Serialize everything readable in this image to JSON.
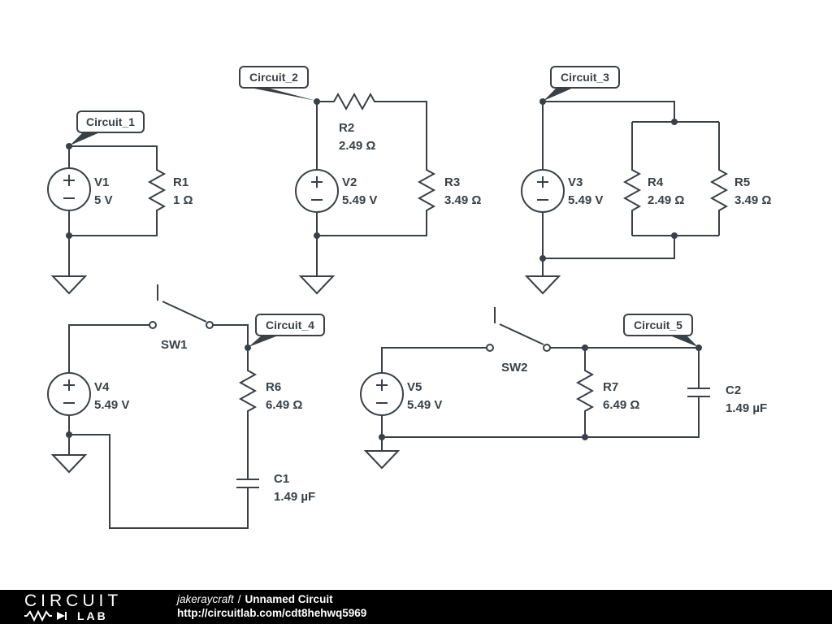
{
  "colors": {
    "wire": "#3a4045",
    "footer_bg": "#000000",
    "footer_text": "#ffffff"
  },
  "callouts": {
    "c1": "Circuit_1",
    "c2": "Circuit_2",
    "c3": "Circuit_3",
    "c4": "Circuit_4",
    "c5": "Circuit_5"
  },
  "components": {
    "v1": {
      "name": "V1",
      "value": "5 V"
    },
    "r1": {
      "name": "R1",
      "value": "1 Ω"
    },
    "v2": {
      "name": "V2",
      "value": "5.49 V"
    },
    "r2": {
      "name": "R2",
      "value": "2.49 Ω"
    },
    "r3": {
      "name": "R3",
      "value": "3.49 Ω"
    },
    "v3": {
      "name": "V3",
      "value": "5.49 V"
    },
    "r4": {
      "name": "R4",
      "value": "2.49 Ω"
    },
    "r5": {
      "name": "R5",
      "value": "3.49 Ω"
    },
    "v4": {
      "name": "V4",
      "value": "5.49 V"
    },
    "sw1": {
      "name": "SW1"
    },
    "r6": {
      "name": "R6",
      "value": "6.49 Ω"
    },
    "c1": {
      "name": "C1",
      "value": "1.49 µF"
    },
    "v5": {
      "name": "V5",
      "value": "5.49 V"
    },
    "sw2": {
      "name": "SW2"
    },
    "r7": {
      "name": "R7",
      "value": "6.49 Ω"
    },
    "c2": {
      "name": "C2",
      "value": "1.49 µF"
    }
  },
  "footer": {
    "logo_top": "CIRCUIT",
    "logo_bottom": "LAB",
    "author": "jakeraycraft",
    "separator": "/",
    "title": "Unnamed Circuit",
    "url": "http://circuitlab.com/cdt8hehwq5969"
  }
}
